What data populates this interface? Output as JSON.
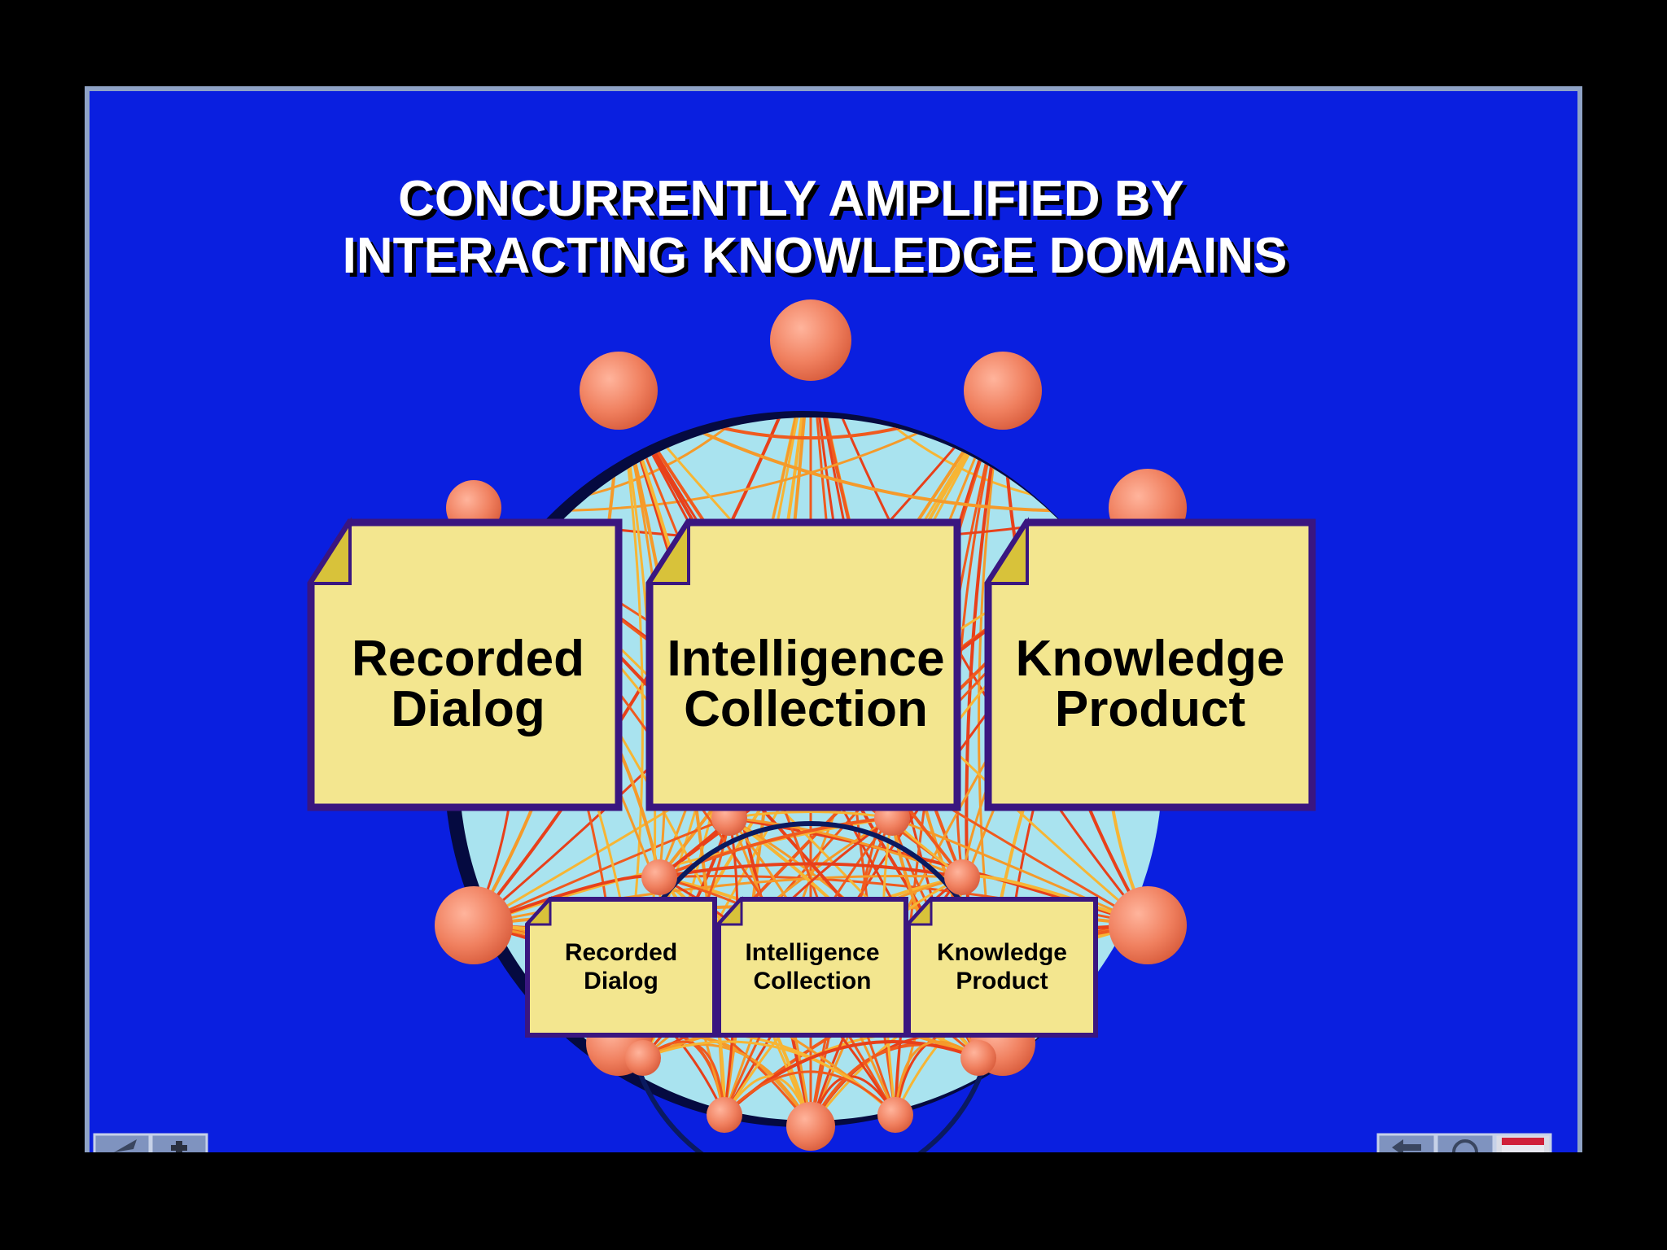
{
  "title": {
    "line1": "CONCURRENTLY AMPLIFIED BY",
    "line2": "INTERACTING KNOWLEDGE DOMAINS"
  },
  "large_notes": [
    {
      "line1": "Recorded",
      "line2": "Dialog"
    },
    {
      "line1": "Intelligence",
      "line2": "Collection"
    },
    {
      "line1": "Knowledge",
      "line2": "Product"
    }
  ],
  "small_notes": [
    {
      "line1": "Recorded",
      "line2": "Dialog"
    },
    {
      "line1": "Intelligence",
      "line2": "Collection"
    },
    {
      "line1": "Knowledge",
      "line2": "Product"
    }
  ],
  "nav": {
    "left": [
      {
        "name": "previous-slide-button",
        "icon": "back-arrow-icon"
      },
      {
        "name": "next-slide-button",
        "icon": "plus-icon"
      }
    ],
    "right": [
      {
        "name": "return-button",
        "icon": "return-arrow-icon"
      },
      {
        "name": "search-button",
        "icon": "magnifier-icon"
      },
      {
        "name": "calendar-button",
        "icon": "calendar-icon"
      }
    ]
  },
  "colors": {
    "slide_background": "#0a1fe0",
    "title_text": "#ffffff",
    "note_fill": "#f3e68f",
    "note_border": "#3a1680",
    "note_fold": "#d8c23a",
    "network_circle": "#a9e3ef",
    "network_lines": "#f05a1e",
    "network_lines_light": "#f7b534",
    "node_fill": "#f08a6e"
  }
}
